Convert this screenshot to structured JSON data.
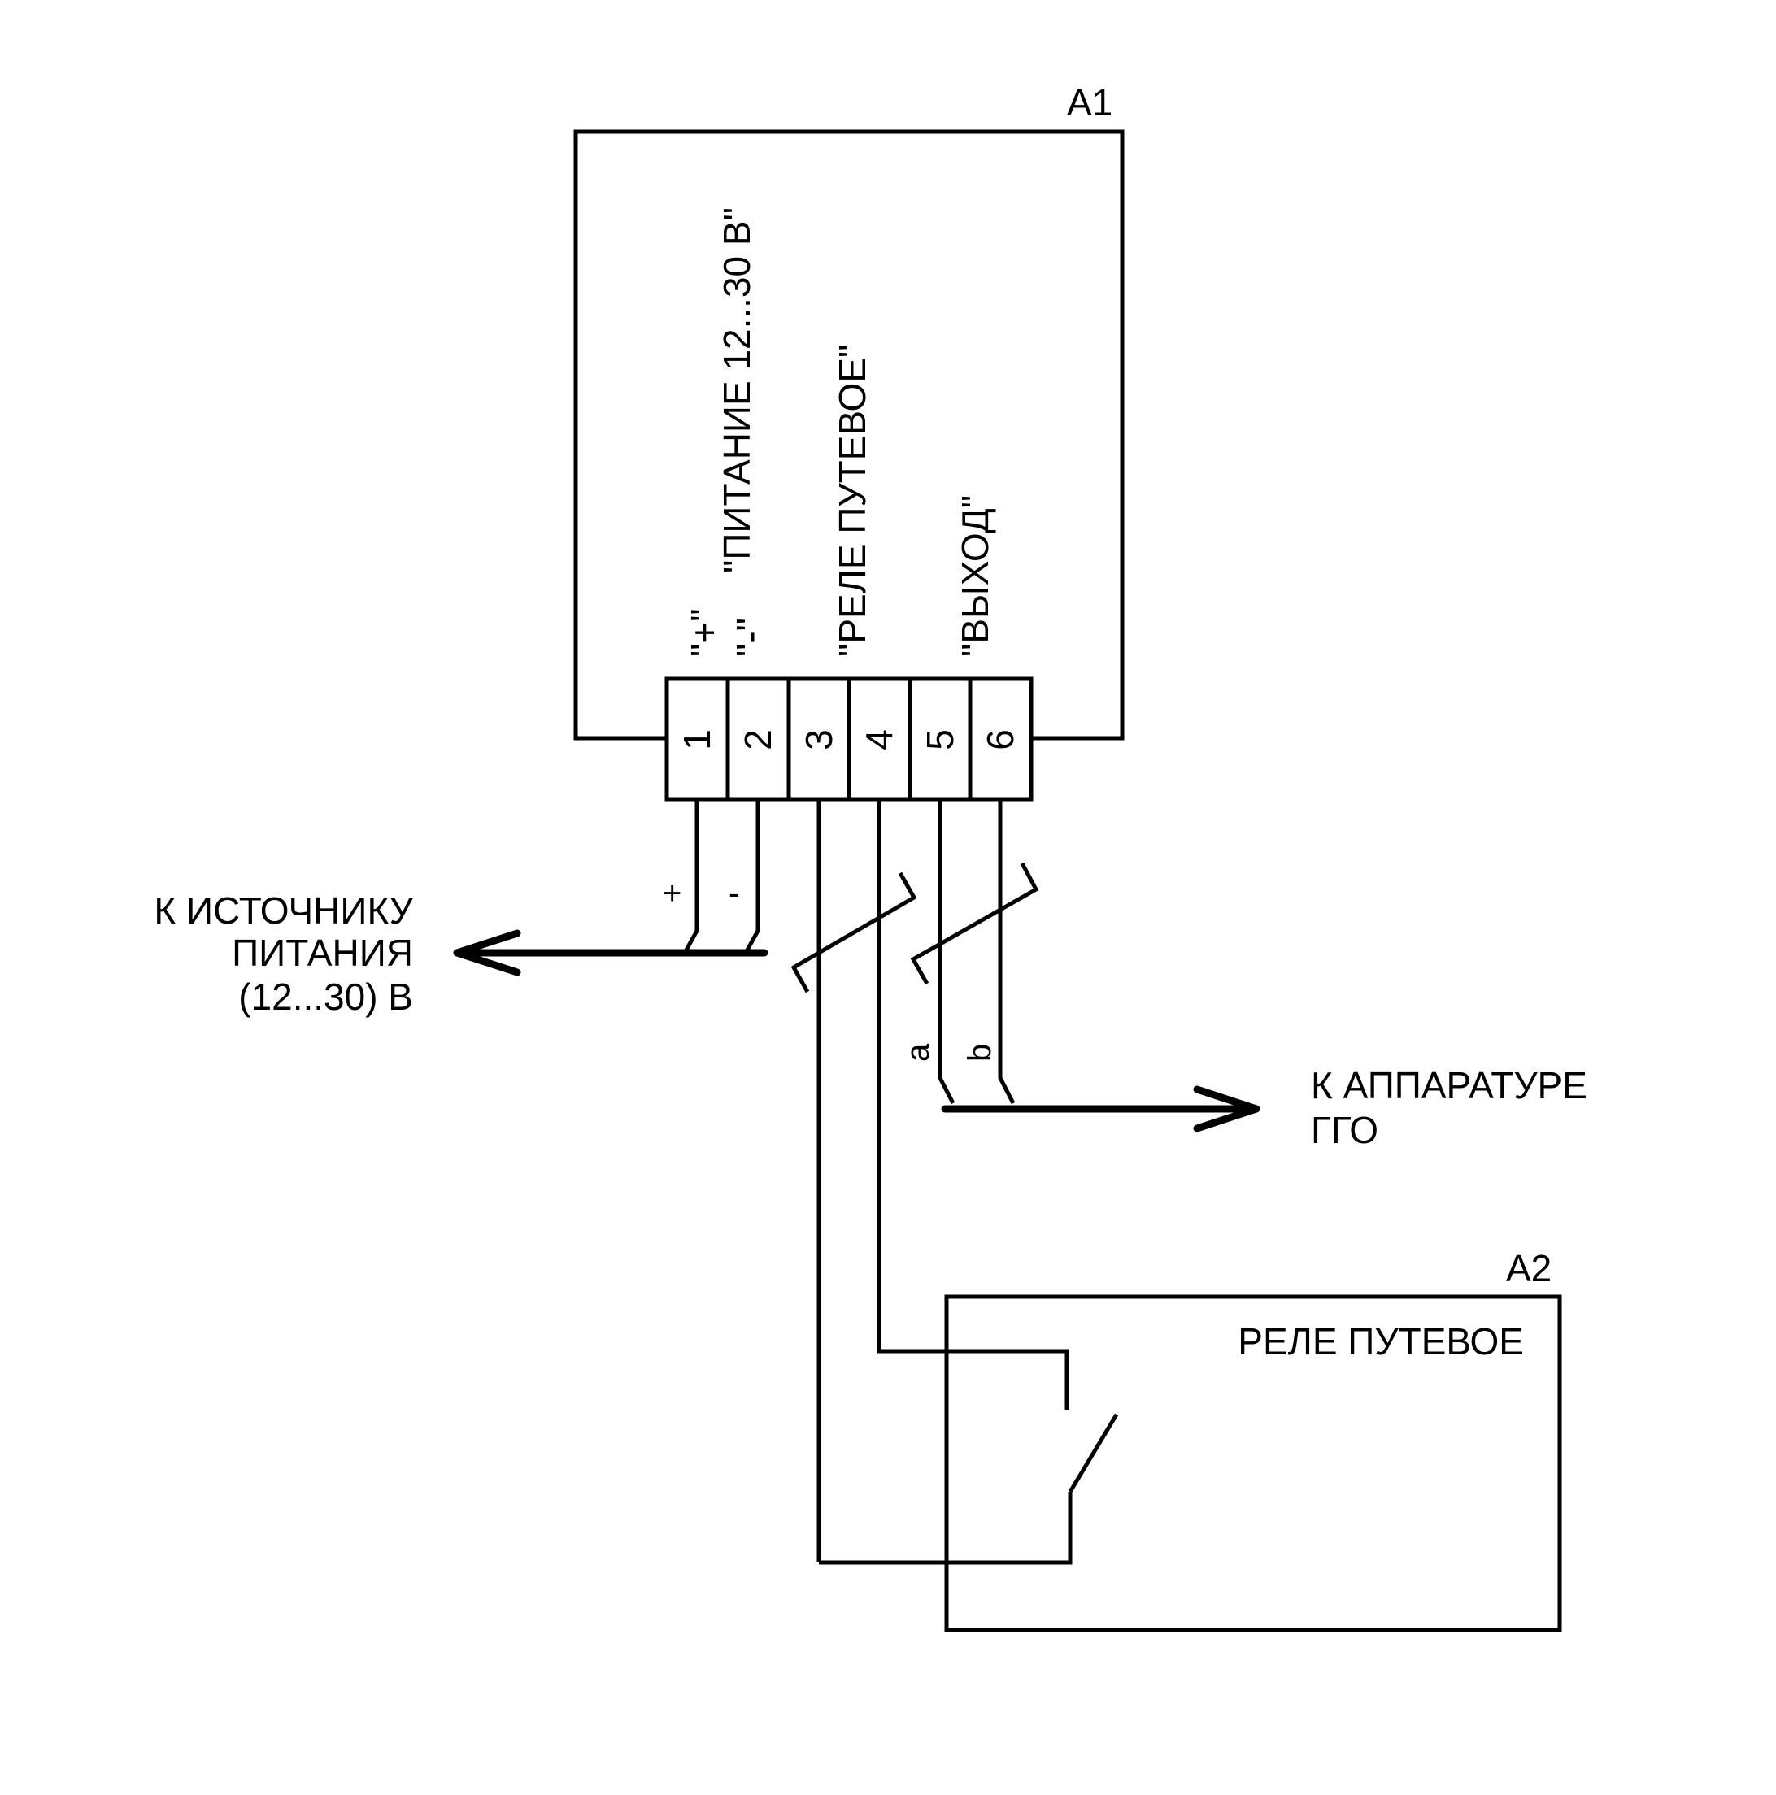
{
  "a1": {
    "label": "A1",
    "terminals": [
      "1",
      "2",
      "3",
      "4",
      "5",
      "6"
    ],
    "labels": {
      "plus": "\"+\"",
      "minus": "\"-\"",
      "power": "\"ПИТАНИЕ 12...30 В\"",
      "relay": "\"РЕЛЕ ПУТЕВОЕ\"",
      "output": "\"ВЫХОД\""
    }
  },
  "power_wires": {
    "plus": "+",
    "minus": "-"
  },
  "output_wires": {
    "a": "a",
    "b": "b"
  },
  "power_source": {
    "line1": "К ИСТОЧНИКУ",
    "line2": "ПИТАНИЯ",
    "line3": "(12...30) В"
  },
  "ggo_equipment": {
    "line1": "К АППАРАТУРЕ",
    "line2": "ГГО"
  },
  "a2": {
    "label": "A2",
    "title": "РЕЛЕ ПУТЕВОЕ"
  }
}
